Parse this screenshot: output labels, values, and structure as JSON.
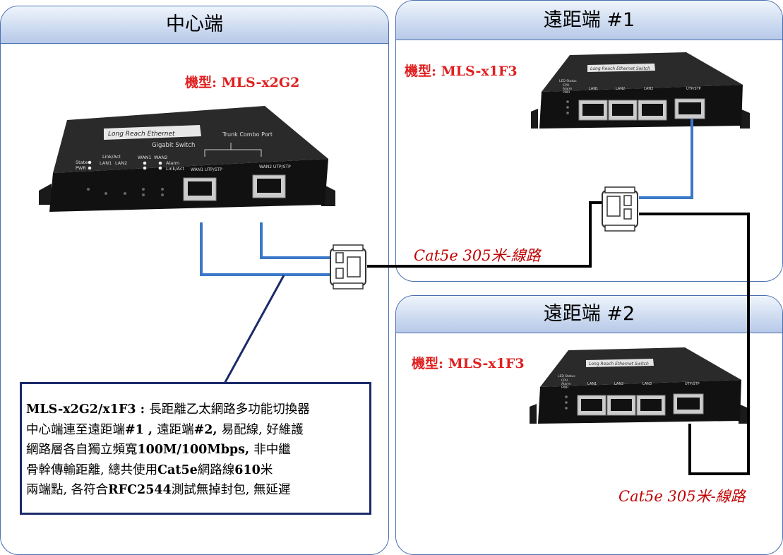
{
  "central": {
    "title": "中心端",
    "model_prefix": "機型: ",
    "model": "MLS-x2G2",
    "device_labels": {
      "brand": "Long Reach Ethernet",
      "sub": "Gigabit Switch",
      "trunk": "Trunk Combo Port",
      "link_act": "Link/Act",
      "lan1": "LAN1",
      "lan2": "LAN2",
      "wan1": "WAN1",
      "wan2": "WAN2",
      "alarm": "Alarm",
      "link_act2": "Link/Act",
      "state": "State",
      "pwr": "PWR",
      "wan1_port": "WAN1\nUTP/STP",
      "wan2_port": "WAN2\nUTP/STP"
    }
  },
  "remote1": {
    "title": "遠距端 #1",
    "model_prefix": "機型: ",
    "model": "MLS-x1F3",
    "cable_label": "Cat5e 305米-線路"
  },
  "remote2": {
    "title": "遠距端 #2",
    "model_prefix": "機型: ",
    "model": "MLS-x1F3",
    "cable_label": "Cat5e 305米-線路"
  },
  "remote_device_labels": {
    "brand": "Long Reach Ethernet Switch",
    "lan1": "LAN1",
    "lan2": "LAN2",
    "lan3": "LAN3",
    "uplink": "UTP/STP",
    "led1": "LED Status",
    "led2": "CPU",
    "led3": "Alarm",
    "led4": "PWR"
  },
  "info": {
    "line1_bold": "MLS-x2G2/x1F3 : ",
    "line1_rest": "長距離乙太網路多功能切換器",
    "line2_a": "中心端連至遠距端",
    "line2_b": "#1 , ",
    "line2_c": "遠距端",
    "line2_d": "#2, ",
    "line2_e": "易配線, 好維護",
    "line3_a": "網路層各自獨立頻寬",
    "line3_b": "100M/100Mbps, ",
    "line3_c": "非中繼",
    "line4_a": "骨幹傳輸距離, 總共使用",
    "line4_b": "Cat5e",
    "line4_c": "網路線",
    "line4_d": "610",
    "line4_e": "米",
    "line5_a": "兩端點, 各符合",
    "line5_b": "RFC2544",
    "line5_c": "測試無掉封包, 無延遲"
  },
  "colors": {
    "panel_border": "#4a6fb0",
    "model_red": "#e02020",
    "cable_red": "#c00000",
    "blue_wire": "#3a78c8",
    "black_wire": "#000000",
    "callout_navy": "#1b2a6b"
  }
}
